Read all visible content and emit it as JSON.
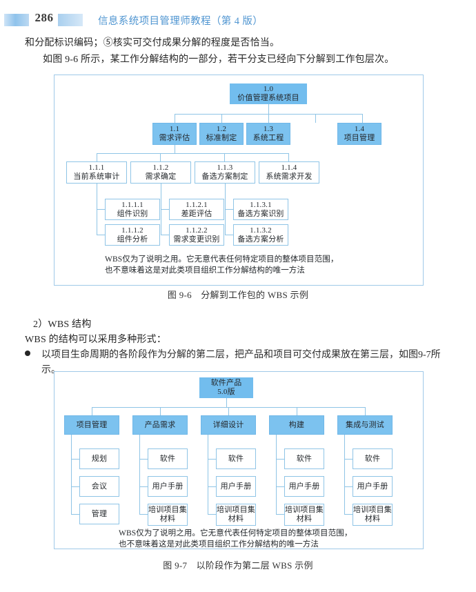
{
  "header": {
    "page_number": "286",
    "book_title": "信息系统项目管理师教程（第 4 版）",
    "title_color": "#4f95d1"
  },
  "body": {
    "paragraph_1": "和分配标识编码；⑤核实可交付成果分解的程度是否恰当。",
    "paragraph_2": "如图 9-6 所示，某工作分解结构的一部分，若干分支已经向下分解到工作包层次。",
    "section_title": "2）WBS 结构",
    "section_line": "WBS 的结构可以采用多种形式：",
    "bullet_1": "以项目生命周期的各阶段作为分解的第二层，把产品和项目可交付成果放在第三层，如图9-7所示。"
  },
  "figure_1": {
    "caption": "图 9-6　分解到工作包的 WBS 示例",
    "root": {
      "code": "1.0",
      "name": "价值管理系统项目"
    },
    "level2": [
      {
        "code": "1.1",
        "name": "需求评估"
      },
      {
        "code": "1.2",
        "name": "标准制定"
      },
      {
        "code": "1.3",
        "name": "系统工程"
      },
      {
        "code": "1.4",
        "name": "项目管理"
      }
    ],
    "level3": [
      {
        "code": "1.1.1",
        "name": "当前系统审计"
      },
      {
        "code": "1.1.2",
        "name": "需求确定"
      },
      {
        "code": "1.1.3",
        "name": "备选方案制定"
      },
      {
        "code": "1.1.4",
        "name": "系统需求开发"
      }
    ],
    "level4_row1": [
      {
        "code": "1.1.1.1",
        "name": "组件识别"
      },
      {
        "code": "1.1.2.1",
        "name": "差距评估"
      },
      {
        "code": "1.1.3.1",
        "name": "备选方案识别"
      }
    ],
    "level4_row2": [
      {
        "code": "1.1.1.2",
        "name": "组件分析"
      },
      {
        "code": "1.1.2.2",
        "name": "需求变更识别"
      },
      {
        "code": "1.1.3.2",
        "name": "备选方案分析"
      }
    ],
    "note_line1": "WBS仅为了说明之用。它无意代表任何特定项目的整体项目范围，",
    "note_line2": "也不意味着这是对此类项目组织工作分解结构的唯一方法"
  },
  "figure_2": {
    "caption": "图 9-7　以阶段作为第二层 WBS 示例",
    "root_line1": "软件产品",
    "root_line2": "5.0版",
    "phases": [
      "项目管理",
      "产品需求",
      "详细设计",
      "构建",
      "集成与测试"
    ],
    "leaves": [
      [
        "规划",
        "会议",
        "管理"
      ],
      [
        "软件",
        "用户手册",
        "培训项目集\n材料"
      ],
      [
        "软件",
        "用户手册",
        "培训项目集\n材料"
      ],
      [
        "软件",
        "用户手册",
        "培训项目集\n材料"
      ],
      [
        "软件",
        "用户手册",
        "培训项目集\n材料"
      ]
    ],
    "leaves_flat": {
      "c0r0": "规划",
      "c0r1": "会议",
      "c0r2": "管理",
      "c1r0": "软件",
      "c1r1": "用户手册",
      "c1r2a": "培训项目集",
      "c1r2b": "材料",
      "c2r0": "软件",
      "c2r1": "用户手册",
      "c2r2a": "培训项目集",
      "c2r2b": "材料",
      "c3r0": "软件",
      "c3r1": "用户手册",
      "c3r2a": "培训项目集",
      "c3r2b": "材料",
      "c4r0": "软件",
      "c4r1": "用户手册",
      "c4r2a": "培训项目集",
      "c4r2b": "材料"
    },
    "note_line1": "WBS仅为了说明之用。它无意代表任何特定项目的整体项目范围，",
    "note_line2": "也不意味着这是对此类项目组织工作分解结构的唯一方法"
  },
  "colors": {
    "node_fill": "#72bdee",
    "node_border": "#8ec4e6",
    "frame_border": "#9fc9e8"
  }
}
